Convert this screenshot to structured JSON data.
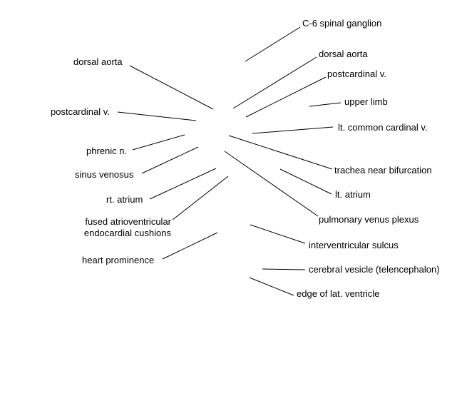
{
  "labels": {
    "c6_spinal_ganglion": "C-6 spinal ganglion",
    "dorsal_aorta_left": "dorsal aorta",
    "dorsal_aorta_right": "dorsal aorta",
    "postcardinal_right": "postcardinal v.",
    "upper_limb": "upper limb",
    "postcardinal_left": "postcardinal v.",
    "lt_common_cardinal": "lt. common cardinal v.",
    "phrenic_n": "phrenic n.",
    "sinus_venosus": "sinus venosus",
    "trachea": "trachea near bifurcation",
    "rt_atrium": "rt. atrium",
    "lt_atrium": "lt. atrium",
    "fused_av_line1": "fused atrioventricular",
    "fused_av_line2": "endocardial cushions",
    "pulmonary_plexus": "pulmonary venus plexus",
    "interventricular_sulcus": "interventricular sulcus",
    "heart_prominence": "heart prominence",
    "cerebral_vesicle": "cerebral vesicle (telencephalon)",
    "edge_lat_ventricle": "edge of lat. ventricle"
  },
  "colors": {
    "text": "#000000",
    "line": "#000000",
    "background": "#ffffff"
  }
}
